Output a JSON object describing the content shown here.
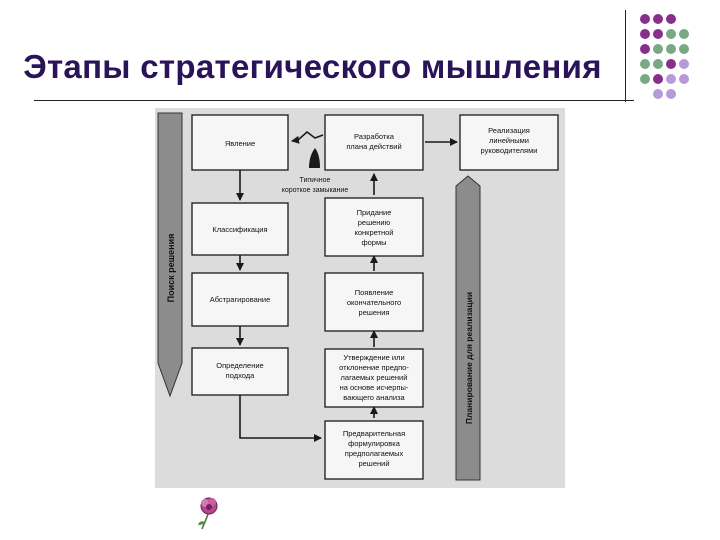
{
  "title": "Этапы стратегического мышления",
  "diagram": {
    "left_arrow_label": "Поиск решения",
    "right_arrow_label": "Планирование для реализации",
    "short_circuit_label": [
      "Типичное",
      "короткое замыкание"
    ],
    "boxes": {
      "phenomenon": [
        "Явление"
      ],
      "classification": [
        "Классификация"
      ],
      "abstraction": [
        "Абстрагирование"
      ],
      "approach": [
        "Определение",
        "подхода"
      ],
      "action_plan": [
        "Разработка",
        "плана действий"
      ],
      "concrete_form": [
        "Придание",
        "решению",
        "конкретной",
        "формы"
      ],
      "final_solution": [
        "Появление",
        "окончательного",
        "решения"
      ],
      "approval": [
        "Утверждение или",
        "отклонение предпо-",
        "лагаемых решений",
        "на основе исчерпы-",
        "вающего анализа"
      ],
      "preliminary": [
        "Предварительная",
        "формулировка",
        "предполагаемых",
        "решений"
      ],
      "implementation": [
        "Реализация",
        "линейными",
        "руководителями"
      ]
    }
  },
  "colors": {
    "title": "#2a1358",
    "dot_purple": "#8a2e8e",
    "dot_green": "#7aa882",
    "dot_lilac": "#b79ad9",
    "scan_background": "#dcdcdc",
    "box_fill": "#f6f6f6",
    "line": "#1a1a1a"
  },
  "icons": [
    "dot-grid-decoration",
    "flower-icon"
  ]
}
